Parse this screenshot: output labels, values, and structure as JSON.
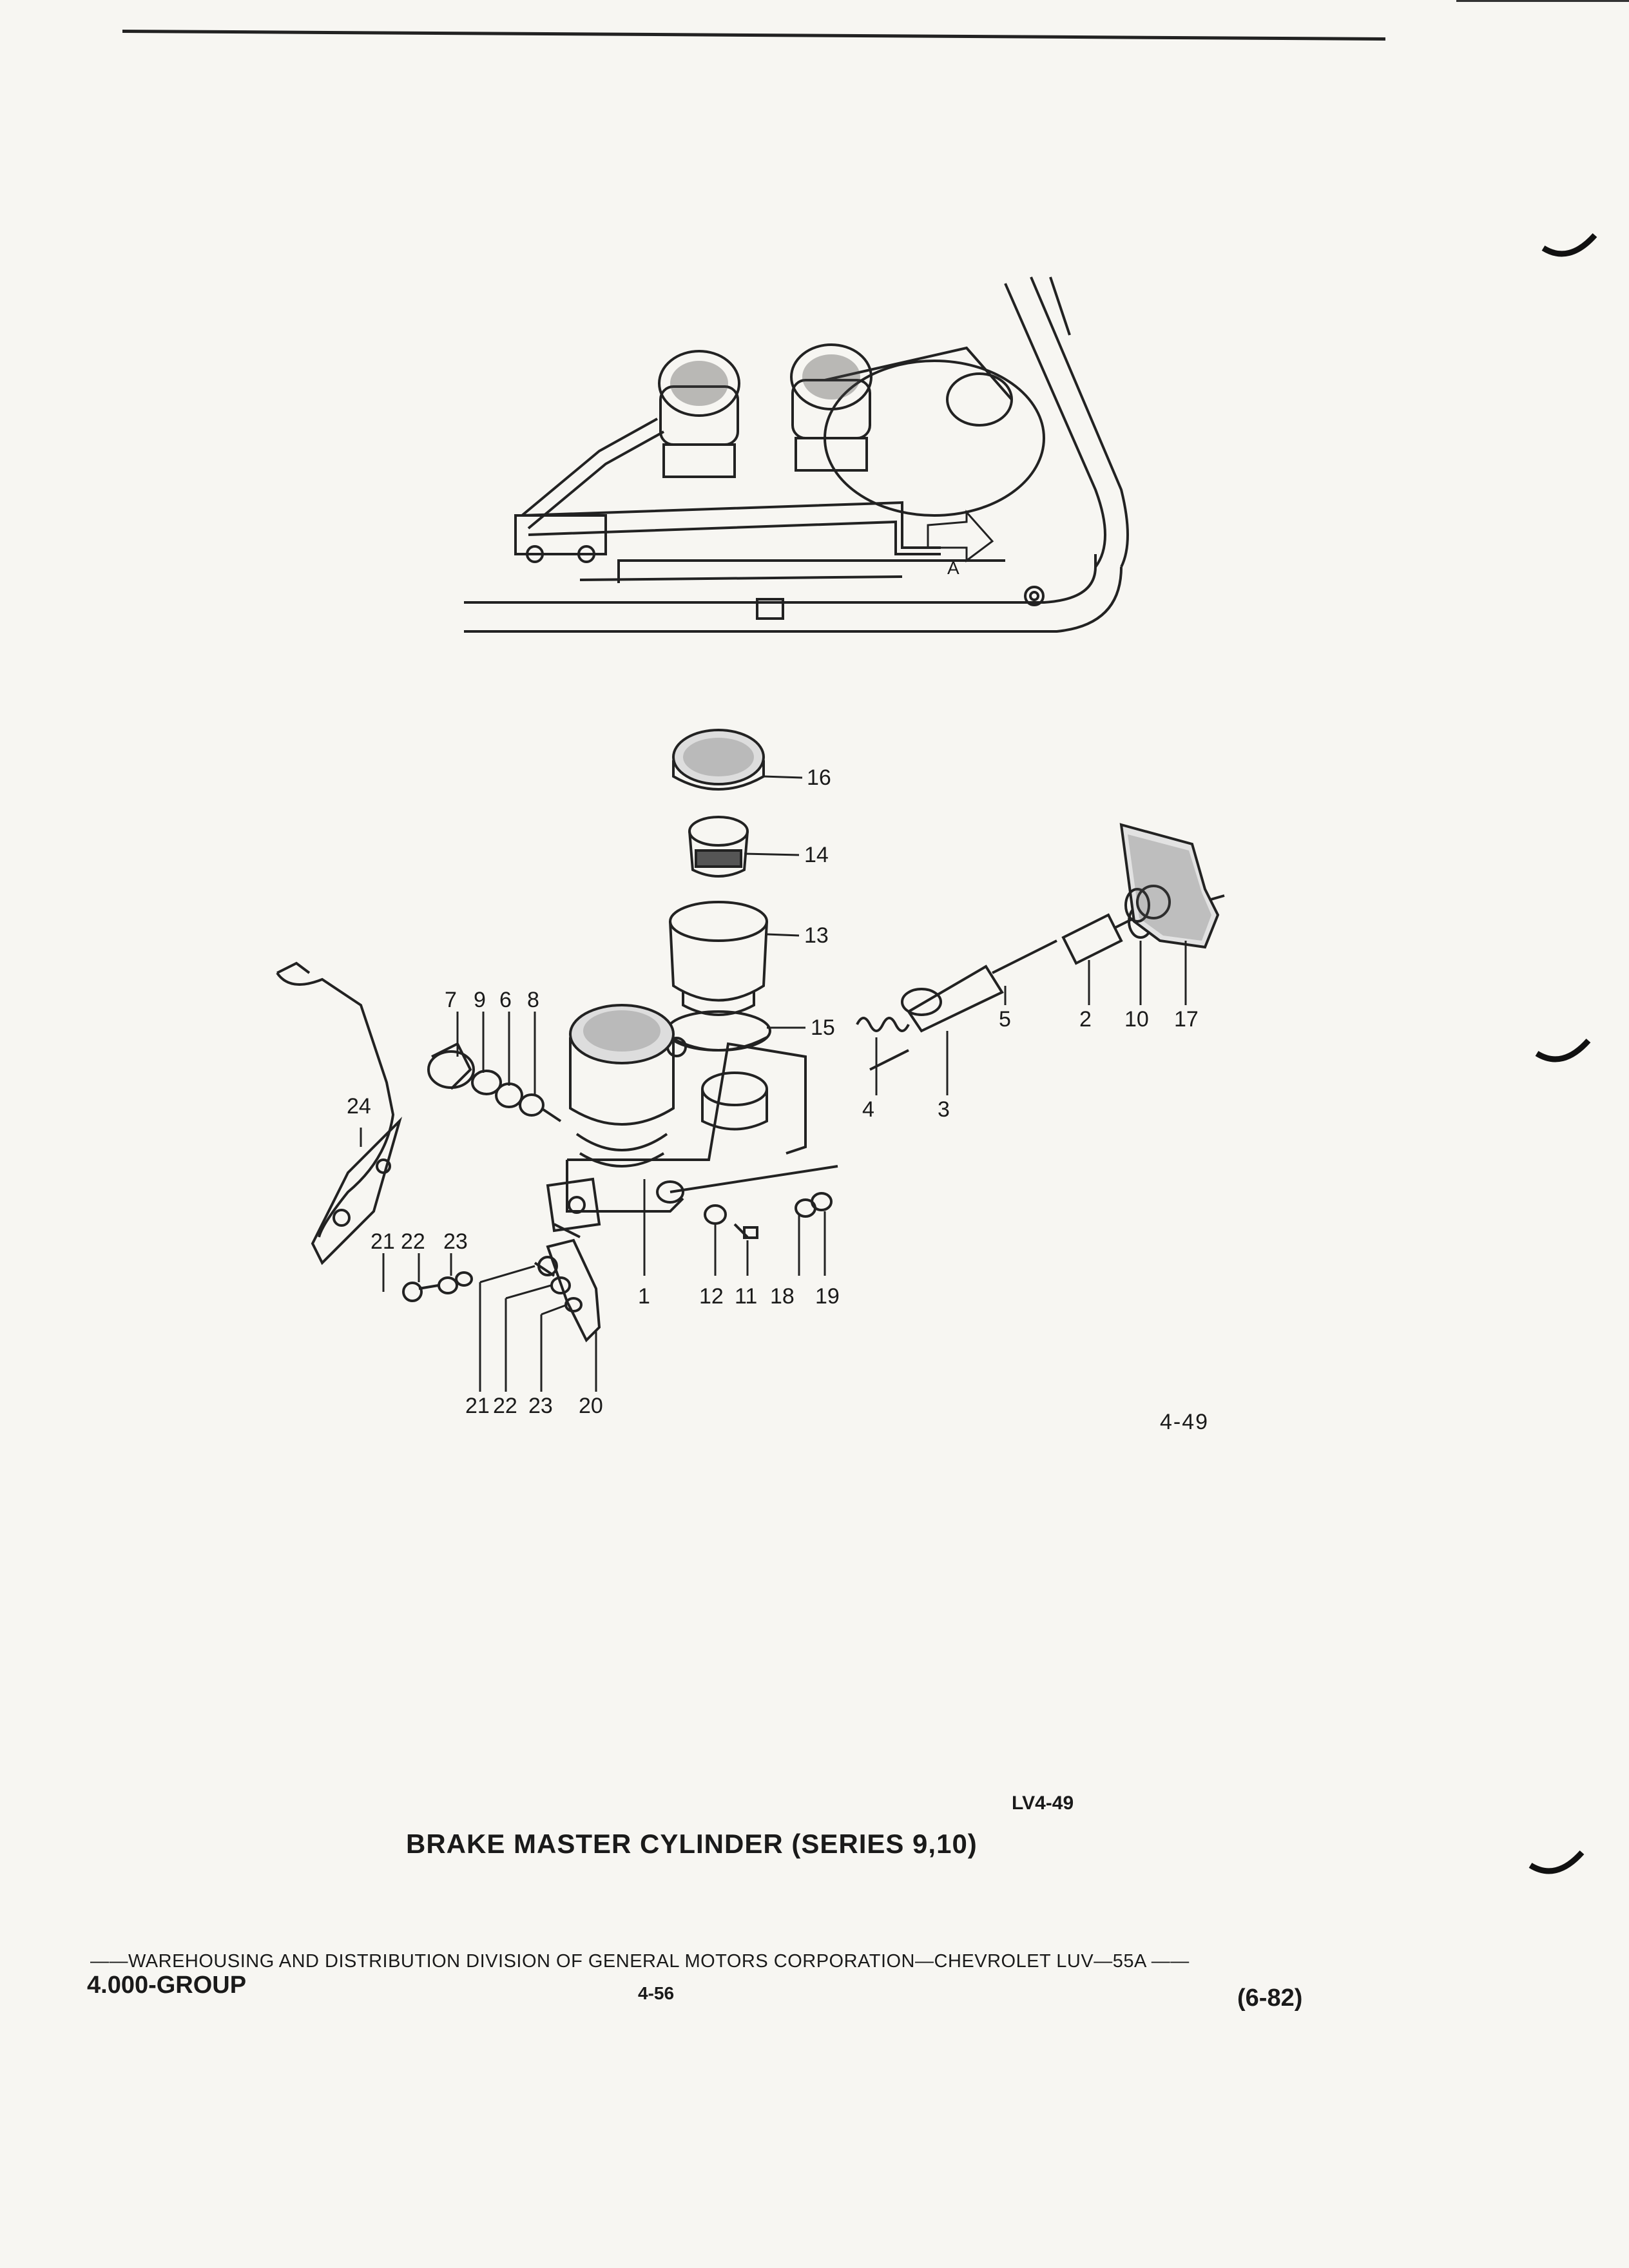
{
  "figure_number": "4-49",
  "figure_code": "LV4-49",
  "caption": "BRAKE MASTER CYLINDER (SERIES 9,10)",
  "view_marker": "A",
  "callouts": {
    "c1": "1",
    "c2": "2",
    "c3": "3",
    "c4": "4",
    "c5": "5",
    "c6": "6",
    "c7": "7",
    "c8": "8",
    "c9": "9",
    "c10": "10",
    "c11": "11",
    "c12": "12",
    "c13": "13",
    "c14": "14",
    "c15": "15",
    "c16": "16",
    "c17": "17",
    "c18": "18",
    "c19": "19",
    "c20": "20",
    "c21": "21",
    "c22": "22",
    "c23": "23",
    "c24": "24"
  },
  "footer": {
    "line": "——WAREHOUSING AND DISTRIBUTION  DIVISION OF GENERAL MOTORS CORPORATION—CHEVROLET LUV—55A  ——",
    "group": "4.000-GROUP",
    "page": "4-56",
    "date": "(6-82)"
  },
  "colors": {
    "ink": "#1a1a1a",
    "paper": "#f7f6f2"
  }
}
